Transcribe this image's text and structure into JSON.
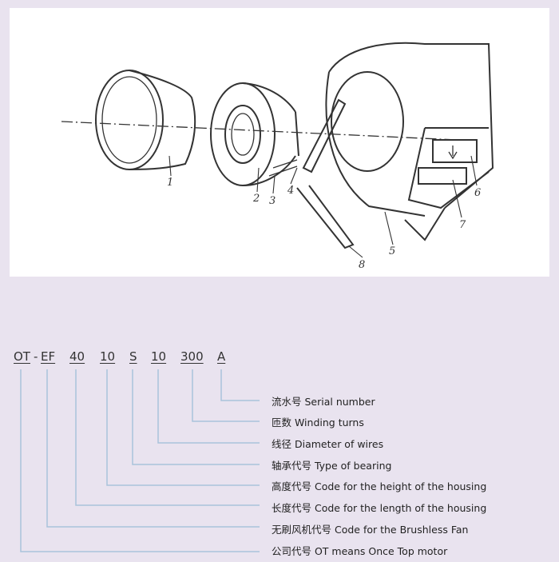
{
  "diagram": {
    "part_labels": [
      "1",
      "2",
      "3",
      "4",
      "8",
      "5",
      "7",
      "6"
    ]
  },
  "code": {
    "segments": [
      "OT",
      "-",
      "EF",
      "40",
      "10",
      "S",
      "10",
      "300",
      "A"
    ]
  },
  "legend": [
    "流水号 Serial number",
    "匝数 Winding turns",
    "线径 Diameter of wires",
    "轴承代号 Type of bearing",
    "高度代号 Code for the height of the housing",
    "长度代号 Code for the length of the housing",
    "无刷风机代号 Code for the Brushless Fan",
    "公司代号 OT means Once Top motor"
  ],
  "colors": {
    "background": "#e9e3ef",
    "leader_line": "#a9c3dc"
  }
}
